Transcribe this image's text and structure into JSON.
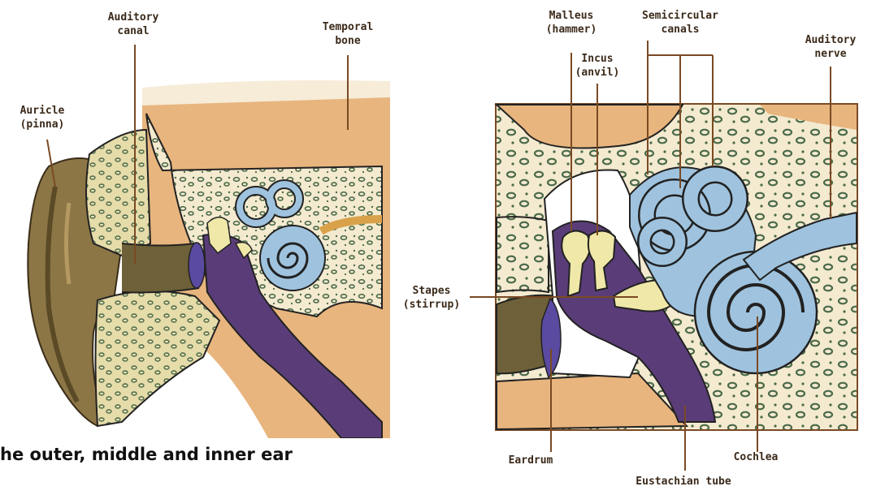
{
  "caption": "he outer, middle and inner ear",
  "left_labels": {
    "auditory_canal": [
      "Auditory",
      "canal"
    ],
    "temporal_bone": [
      "Temporal",
      "bone"
    ],
    "auricle": [
      "Auricle",
      "(pinna)"
    ]
  },
  "right_labels": {
    "malleus": [
      "Malleus",
      "(hammer)"
    ],
    "semicircular": [
      "Semicircular",
      "canals"
    ],
    "auditory_nerve": [
      "Auditory",
      "nerve"
    ],
    "incus": [
      "Incus",
      "(anvil)"
    ],
    "stapes": [
      "Stapes",
      "(stirrup)"
    ],
    "eardrum": "Eardrum",
    "cochlea": "Cochlea",
    "eustachian": "Eustachian tube"
  },
  "colors": {
    "skin": "#e8b57e",
    "bone": "#f4ead0",
    "bone_pore": "#4a6a4a",
    "cochlea": "#9fc3de",
    "ossicle": "#f0e8a8",
    "purple": "#5a3d78",
    "canal_dark": "#6e6038",
    "eardrum": "#5a4aa0",
    "line": "#7a4a24"
  }
}
